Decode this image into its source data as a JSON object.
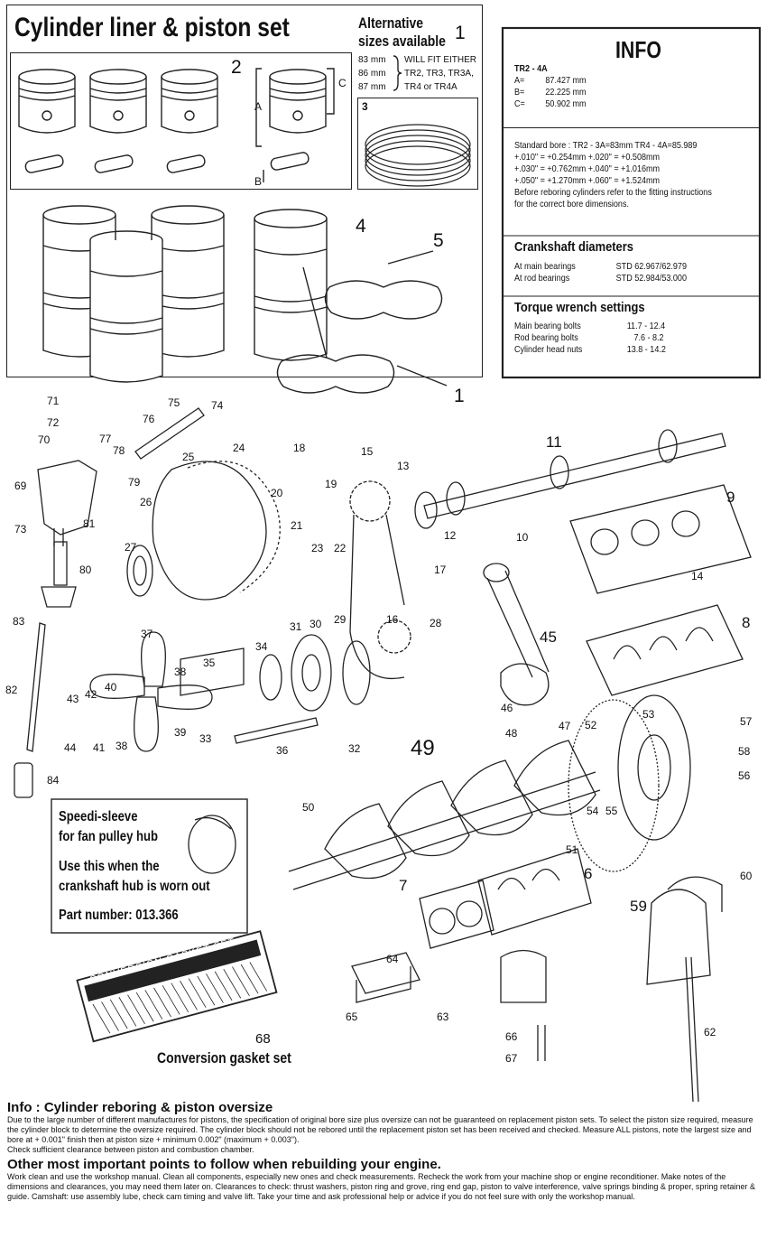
{
  "top_panel": {
    "title": "Cylinder liner & piston set",
    "alt_title_1": "Alternative",
    "alt_title_2": "sizes available",
    "alt_num": "1",
    "sizes": [
      "83 mm",
      "86 mm",
      "87 mm"
    ],
    "fit_text": [
      "WILL FIT EITHER",
      "TR2, TR3, TR3A,",
      "TR4 or TR4A"
    ],
    "label_2": "2",
    "label_3": "3",
    "label_4": "4",
    "label_5": "5",
    "label_1b": "1",
    "dim_A": "A",
    "dim_B": "B",
    "dim_C": "C"
  },
  "info_box": {
    "title": "INFO",
    "model": "TR2 - 4A",
    "dims": [
      {
        "k": "A=",
        "v": "87.427 mm"
      },
      {
        "k": "B=",
        "v": "22.225 mm"
      },
      {
        "k": "C=",
        "v": "50.902 mm"
      }
    ],
    "bore_line": "Standard bore :   TR2 - 3A=83mm    TR4 - 4A=85.989",
    "oversize": [
      "+.010\" = +0.254mm   +.020\" = +0.508mm",
      "+.030\" = +0.762mm   +.040\" = +1.016mm",
      "+.050\" = +1.270mm   +.060\" = +1.524mm"
    ],
    "rebore_note_1": "Before reboring cylinders refer to the fitting instructions",
    "rebore_note_2": "for the correct bore dimensions.",
    "crank_title": "Crankshaft diameters",
    "crank_rows": [
      {
        "k": "At main bearings",
        "v": "STD 62.967/62.979"
      },
      {
        "k": "At rod bearings",
        "v": "STD 52.984/53.000"
      }
    ],
    "torque_title": "Torque wrench settings",
    "torque_rows": [
      {
        "k": "Main bearing bolts",
        "v": "11.7 - 12.4"
      },
      {
        "k": "Rod bearing bolts",
        "v": "7.6 - 8.2"
      },
      {
        "k": "Cylinder head nuts",
        "v": "13.8 - 14.2"
      }
    ]
  },
  "speedi": {
    "line1": "Speedi-sleeve",
    "line2": "for fan pulley hub",
    "line3": "Use this when the",
    "line4": "crankshaft hub is worn out",
    "part": "Part number: 013.366"
  },
  "gasket": {
    "label": "Conversion gasket set",
    "print": "CONVERSION GASKET SET",
    "num": "68"
  },
  "part_numbers": [
    "71",
    "72",
    "70",
    "77",
    "78",
    "79",
    "69",
    "73",
    "81",
    "80",
    "75",
    "74",
    "76",
    "25",
    "24",
    "26",
    "27",
    "18",
    "20",
    "19",
    "21",
    "23",
    "22",
    "15",
    "13",
    "12",
    "11",
    "9",
    "10",
    "14",
    "17",
    "8",
    "83",
    "82",
    "37",
    "38",
    "35",
    "34",
    "31",
    "30",
    "29",
    "16",
    "28",
    "45",
    "46",
    "47",
    "48",
    "43",
    "42",
    "40",
    "44",
    "41",
    "38",
    "39",
    "33",
    "36",
    "32",
    "84",
    "49",
    "52",
    "53",
    "57",
    "58",
    "56",
    "54",
    "55",
    "51",
    "50",
    "6",
    "7",
    "60",
    "59",
    "64",
    "65",
    "63",
    "66",
    "67",
    "62"
  ],
  "footer": {
    "h1": "Info : Cylinder reboring & piston oversize",
    "p1": "Due to the large number of different manufactures for pistons, the specification of original bore size plus oversize can not be guaranteed on replacement piston sets. To select the piston size required, measure the cylinder block to determine the oversize  required. The cylinder block should not be rebored  until the replacement piston set has been received and checked. Measure ALL pistons, note the largest size and bore at + 0.001\" finish then at piston size + minimum 0.002\" (maximum + 0.003\").",
    "p1b": "Check sufficient clearance between piston and combustion chamber.",
    "h2": "Other most important points to follow when rebuilding your engine.",
    "p2": "Work clean and use the workshop manual. Clean all components, especially new ones and check measurements. Recheck the work from your machine shop or engine reconditioner. Make notes of the dimensions and clearances, you may need them later on. Clearances to check: thrust washers, piston ring and grove, ring end gap, piston to valve interference, valve springs binding & proper, spring retainer & guide. Camshaft: use assembly lube, check cam timing and valve lift. Take your time and ask professional help or advice if you do not feel sure with only the workshop manual."
  }
}
